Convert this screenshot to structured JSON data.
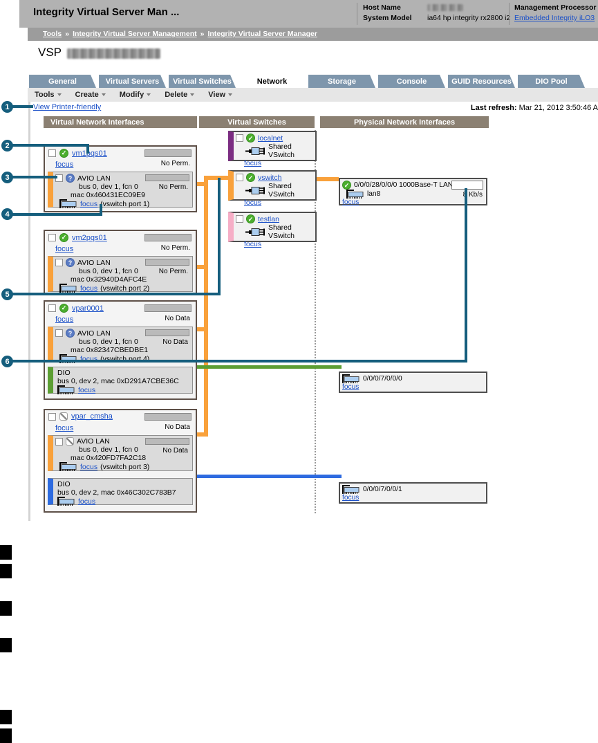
{
  "colors": {
    "accent-orange": "#F9A13B",
    "accent-green": "#5C9E33",
    "accent-blue": "#2E6BE0",
    "accent-purple": "#7B2D82",
    "accent-pink": "#F6AEC6",
    "callout": "#155E7D",
    "link": "#1B50C8",
    "tab": "#7E96AC",
    "col-header": "#8B8072",
    "status-ok": "#4CAE2E",
    "status-help": "#5B7CC4"
  },
  "header": {
    "title": "Integrity Virtual Server Man ...",
    "host_name_label": "Host Name",
    "system_model_label": "System Model",
    "system_model_value": "ia64 hp integrity rx2800 i2",
    "mp_label": "Management Processor",
    "mp_link": "Embedded Integrity iLO3"
  },
  "breadcrumb": {
    "sep": "»",
    "items": [
      "Tools",
      "Integrity Virtual Server Management",
      "Integrity Virtual Server Manager"
    ]
  },
  "page": {
    "vsp_label": "VSP"
  },
  "tabs": [
    {
      "label": "General"
    },
    {
      "label": "Virtual Servers"
    },
    {
      "label": "Virtual Switches"
    },
    {
      "label": "Network"
    },
    {
      "label": "Storage"
    },
    {
      "label": "Console"
    },
    {
      "label": "GUID Resources"
    },
    {
      "label": "DIO Pool"
    }
  ],
  "toolbar": {
    "items": [
      "Tools",
      "Create",
      "Modify",
      "Delete",
      "View"
    ]
  },
  "actions": {
    "printer_friendly": "View Printer-friendly"
  },
  "refresh": {
    "label": "Last refresh:",
    "value": "Mar 21, 2012 3:50:46 A"
  },
  "columns": {
    "virtual_nics": "Virtual Network Interfaces",
    "virtual_switches": "Virtual Switches",
    "physical_nics": "Physical Network Interfaces"
  },
  "labels": {
    "focus": "focus",
    "shared_vswitch": "Shared VSwitch",
    "avio_lan": "AVIO LAN",
    "dio": "DIO"
  },
  "servers": [
    {
      "name": "vm1pqs01",
      "note": "No Perm.",
      "nic": {
        "bus": "bus 0, dev 1, fcn 0",
        "mac": "mac 0x460431EC09E9",
        "port": "(vswitch port 1)",
        "note": "No Perm."
      }
    },
    {
      "name": "vm2pqs01",
      "note": "No Perm.",
      "nic": {
        "bus": "bus 0, dev 1, fcn 0",
        "mac": "mac 0x32940D4AFC4E",
        "port": "(vswitch port 2)",
        "note": "No Perm."
      }
    },
    {
      "name": "vpar0001",
      "note": "No Data",
      "nic": {
        "bus": "bus 0, dev 1, fcn 0",
        "mac": "mac 0x82347CBEDBE1",
        "port": "(vswitch port 4)",
        "note": "No Data"
      },
      "dio": {
        "line": "bus 0, dev 2, mac 0xD291A7CBE36C"
      }
    },
    {
      "name": "vpar_cmsha",
      "note": "No Data",
      "nic": {
        "bus": "bus 0, dev 1, fcn 0",
        "mac": "mac 0x420FD7FA2C18",
        "port": "(vswitch port 3)",
        "note": "No Data"
      },
      "dio": {
        "line": "bus 0, dev 2, mac 0x46C302C783B7"
      }
    }
  ],
  "vswitches": [
    {
      "name": "localnet"
    },
    {
      "name": "vswitch"
    },
    {
      "name": "testlan"
    }
  ],
  "pnics": [
    {
      "title": "0/0/0/28/0/0/0 1000Base-T LAN",
      "device": "lan8",
      "rate": "8 Kb/s"
    },
    {
      "title": "0/0/0/7/0/0/0"
    },
    {
      "title": "0/0/0/7/0/0/1"
    }
  ],
  "callouts": [
    "1",
    "2",
    "3",
    "4",
    "5",
    "6"
  ]
}
